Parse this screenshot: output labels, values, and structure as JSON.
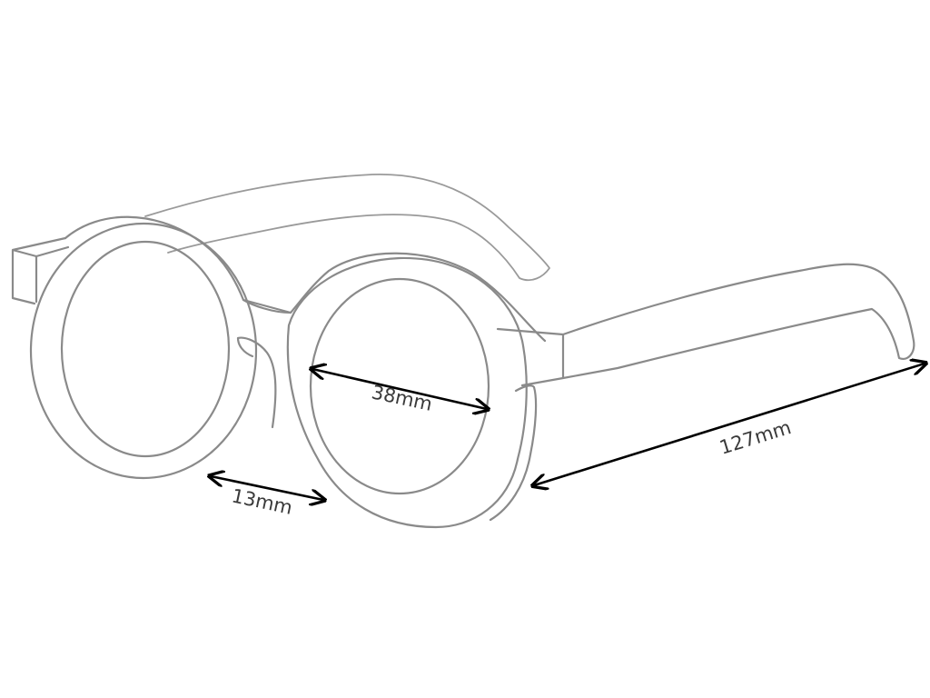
{
  "diagram": {
    "dimensions": {
      "lens_width": "38mm",
      "bridge_width": "13mm",
      "temple_length": "127mm"
    },
    "colors": {
      "outline": "#8a8a8a",
      "dimension_line": "#000000",
      "label": "#3a3a3a",
      "background": "#ffffff"
    }
  }
}
